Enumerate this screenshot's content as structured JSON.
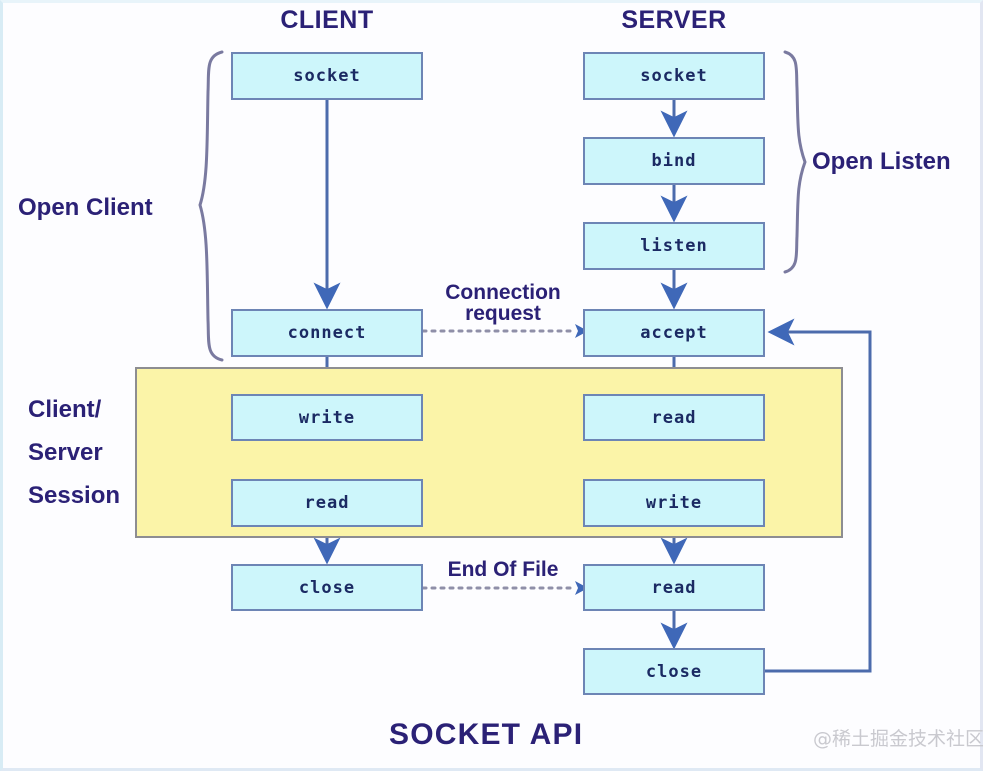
{
  "diagram": {
    "title": "SOCKET API",
    "columns": [
      {
        "id": "client",
        "title": "CLIENT"
      },
      {
        "id": "server",
        "title": "SERVER"
      }
    ],
    "client_nodes": [
      {
        "id": "client-socket",
        "label": "socket"
      },
      {
        "id": "client-connect",
        "label": "connect"
      },
      {
        "id": "client-write",
        "label": "write"
      },
      {
        "id": "client-read",
        "label": "read"
      },
      {
        "id": "client-close",
        "label": "close"
      }
    ],
    "server_nodes": [
      {
        "id": "server-socket",
        "label": "socket"
      },
      {
        "id": "server-bind",
        "label": "bind"
      },
      {
        "id": "server-listen",
        "label": "listen"
      },
      {
        "id": "server-accept",
        "label": "accept"
      },
      {
        "id": "server-read-1",
        "label": "read"
      },
      {
        "id": "server-write",
        "label": "write"
      },
      {
        "id": "server-read-2",
        "label": "read"
      },
      {
        "id": "server-close",
        "label": "close"
      }
    ],
    "groups": [
      {
        "id": "open-client",
        "label": "Open Client"
      },
      {
        "id": "open-listen",
        "label": "Open Listen"
      },
      {
        "id": "session-line-1",
        "label": "Client/"
      },
      {
        "id": "session-line-2",
        "label": "Server"
      },
      {
        "id": "session-line-3",
        "label": "Session"
      }
    ],
    "edge_labels": [
      {
        "id": "connection-request-line-1",
        "label": "Connection"
      },
      {
        "id": "connection-request-line-2",
        "label": "request"
      },
      {
        "id": "end-of-file",
        "label": "End Of File"
      }
    ],
    "watermark": "@稀土掘金技术社区",
    "colors": {
      "node_fill": "#cdf6fb",
      "node_border": "#6d85b5",
      "session_fill": "#fbf4a8",
      "session_border": "#8d8d91",
      "text": "#2b2176",
      "arrow_blue": "#3f68b8",
      "arrow_olive": "#6f6b3a",
      "background": "#fdfdff"
    }
  }
}
